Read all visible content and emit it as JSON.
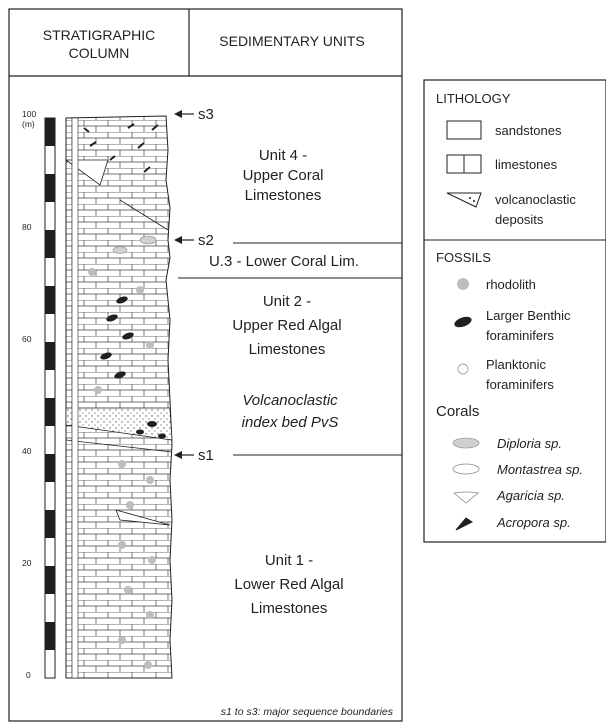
{
  "header": {
    "col1_line1": "STRATIGRAPHIC",
    "col1_line2": "COLUMN",
    "col2": "SEDIMENTARY UNITS"
  },
  "scale": {
    "ticks": [
      "100",
      "80",
      "60",
      "40",
      "20",
      "0"
    ],
    "unit": "(m)"
  },
  "boundaries": [
    "s3",
    "s2",
    "s1"
  ],
  "units": {
    "unit4": [
      "Unit 4 -",
      "Upper Coral",
      "Limestones"
    ],
    "unit3": "U.3 - Lower Coral Lim.",
    "unit2": [
      "Unit 2 -",
      "Upper Red Algal",
      "Limestones"
    ],
    "index_bed": [
      "Volcanoclastic",
      "index bed PvS"
    ],
    "unit1": [
      "Unit 1 -",
      "Lower Red Algal",
      "Limestones"
    ]
  },
  "footnote": "s1 to s3: major sequence boundaries",
  "legend": {
    "lithology_title": "LITHOLOGY",
    "lithology": [
      "sandstones",
      "limestones",
      "volcanoclastic",
      "deposits"
    ],
    "fossils_title": "FOSSILS",
    "fossils": [
      "rhodolith",
      "Larger Benthic",
      "foraminifers",
      "Planktonic",
      "foraminifers"
    ],
    "corals_title": "Corals",
    "corals": [
      "Diploria sp.",
      "Montastrea sp.",
      "Agaricia sp.",
      "Acropora sp."
    ]
  },
  "colors": {
    "ink": "#231f20",
    "rhodolith": "#bdbdbd",
    "sand": "#e6e6e6"
  }
}
